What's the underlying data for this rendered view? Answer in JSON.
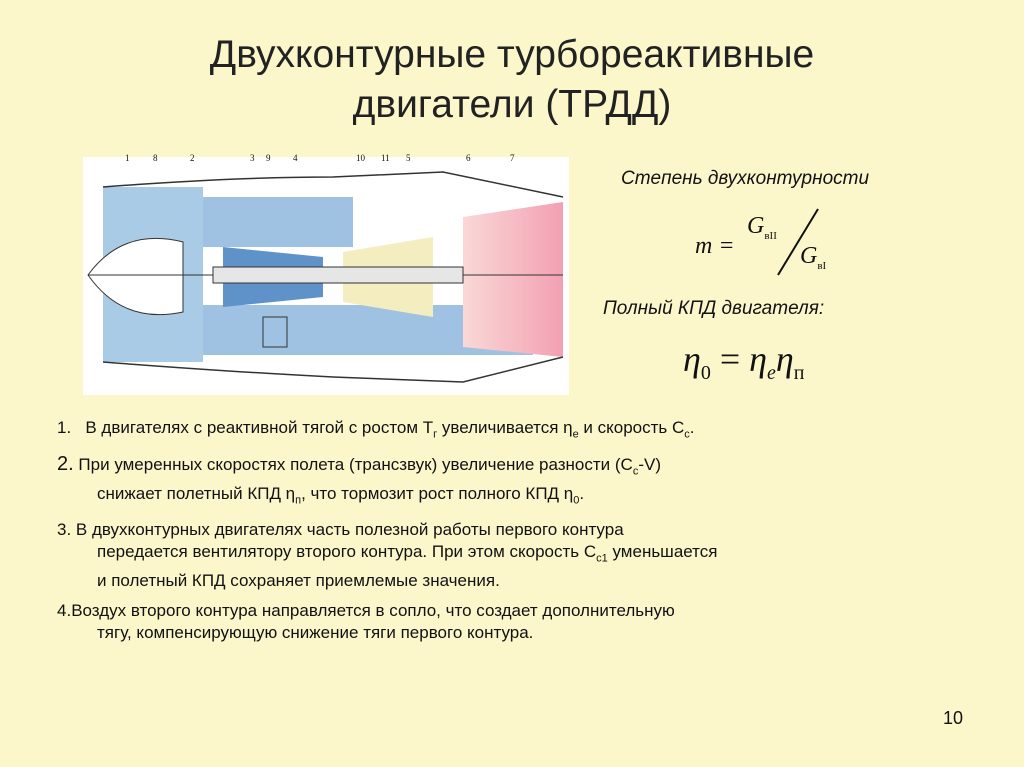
{
  "title": {
    "line1": "Двухконтурные турбореактивные",
    "line2": "двигатели (ТРДД)"
  },
  "diagram": {
    "callouts": [
      "1",
      "8",
      "2",
      "3",
      "9",
      "4",
      "10",
      "11",
      "5",
      "6",
      "7"
    ]
  },
  "bypass": {
    "label": "Степень двухконтурности",
    "m": "m =",
    "num": "G",
    "num_sub": "вII",
    "den": "G",
    "den_sub": "вI"
  },
  "efficiency": {
    "label": "Полный КПД двигателя:",
    "lhs": "η",
    "lhs_sub": "0",
    "eq": " = ",
    "r1": "η",
    "r1_sub": "e",
    "r2": "η",
    "r2_sub": "п"
  },
  "items": [
    {
      "num": "1.",
      "a": "В двигателях с реактивной тягой с ростом Т",
      "a_sub": "г",
      "b": " увеличивается η",
      "b_sub": "е",
      "c": " и скорость С",
      "c_sub": "с",
      "d": "."
    },
    {
      "num": "2.",
      "a": "При умеренных скоростях полета (трансзвук) увеличение разности (С",
      "a_sub": "с",
      "b": "-V)",
      "line2a": "снижает полетный КПД η",
      "line2_sub": "п",
      "line2b": ", что тормозит рост полного КПД η",
      "line2_sub2": "0",
      "line2c": "."
    },
    {
      "num": "3.",
      "a": "В двухконтурных двигателях часть полезной работы первого контура",
      "line2a": "передается вентилятору второго контура. При этом скорость С",
      "line2_sub": "с1",
      "line2b": " уменьшается",
      "line3": "и полетный КПД сохраняет приемлемые значения."
    },
    {
      "num": "4.",
      "a": "Воздух второго контура направляется в сопло, что создает дополнительную",
      "line2": "тягу, компенсирующую снижение тяги первого контура."
    }
  ],
  "page_number": "10"
}
